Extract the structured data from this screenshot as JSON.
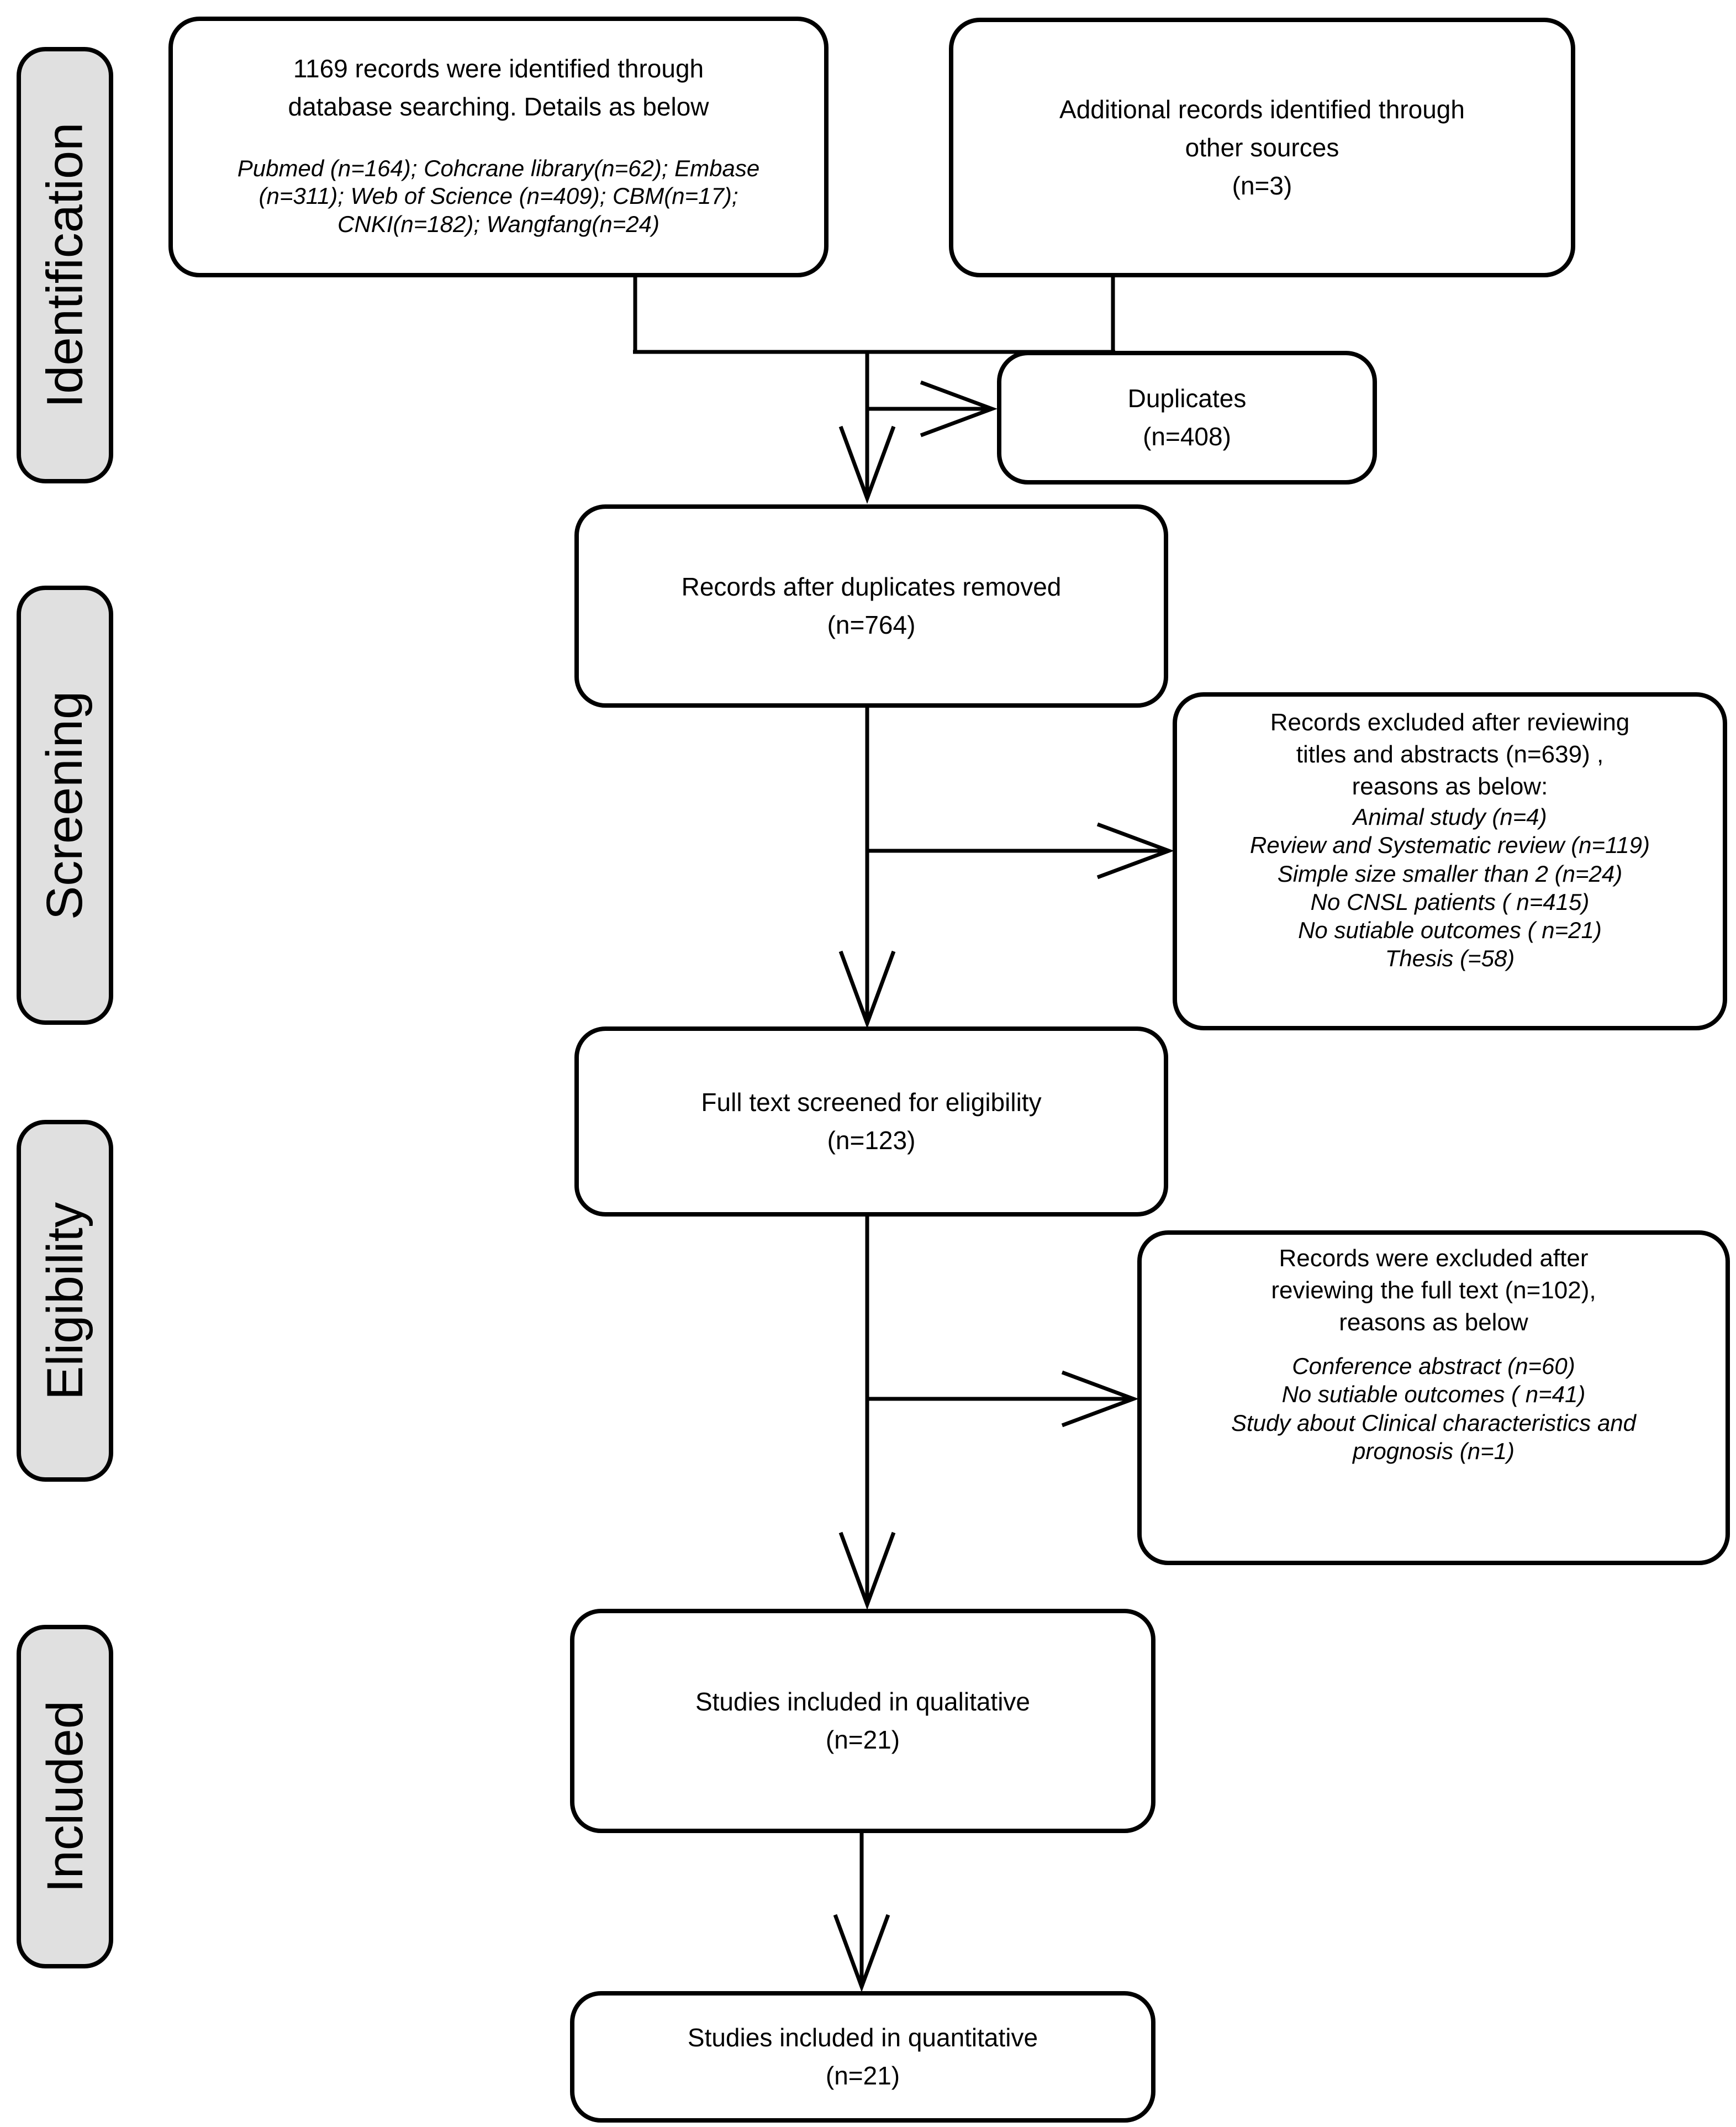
{
  "colors": {
    "background": "#ffffff",
    "box_fill": "#ffffff",
    "box_border": "#000000",
    "stage_fill": "#e0e0e0",
    "text": "#000000"
  },
  "stages": [
    {
      "label": "Identification"
    },
    {
      "label": "Screening"
    },
    {
      "label": "Eligibility"
    },
    {
      "label": "Included"
    }
  ],
  "boxes": {
    "database_search": {
      "title": [
        "1169 records were identified through",
        "database searching. Details as below"
      ],
      "details": [
        "Pubmed (n=164); Cohcrane library(n=62); Embase",
        "(n=311); Web of Science (n=409); CBM(n=17);",
        "CNKI(n=182); Wangfang(n=24)"
      ]
    },
    "additional_sources": {
      "lines": [
        "Additional records identified through",
        "other sources",
        "(n=3)"
      ]
    },
    "duplicates": {
      "lines": [
        "Duplicates",
        "(n=408)"
      ]
    },
    "records_after_duplicates": {
      "lines": [
        "Records after duplicates removed",
        "(n=764)"
      ]
    },
    "title_abstract_excluded": {
      "title": [
        "Records excluded after reviewing",
        "titles and abstracts (n=639) ,",
        "reasons as below:"
      ],
      "reasons": [
        "Animal study (n=4)",
        "Review and Systematic review (n=119)",
        "Simple size smaller than 2 (n=24)",
        "No CNSL patients  ( n=415)",
        "No sutiable outcomes ( n=21)",
        "Thesis (=58)"
      ]
    },
    "full_text_screened": {
      "lines": [
        "Full text screened for eligibility",
        "(n=123)"
      ]
    },
    "full_text_excluded": {
      "title": [
        "Records were excluded after",
        "reviewing the full text (n=102),",
        "reasons as below"
      ],
      "reasons": [
        "Conference abstract  (n=60)",
        "No sutiable outcomes ( n=41)",
        "Study about Clinical characteristics and",
        "prognosis (n=1)"
      ]
    },
    "qualitative_included": {
      "lines": [
        "Studies included in qualitative",
        "(n=21)"
      ]
    },
    "quantitative_included": {
      "lines": [
        "Studies included in quantitative",
        "(n=21)"
      ]
    }
  }
}
